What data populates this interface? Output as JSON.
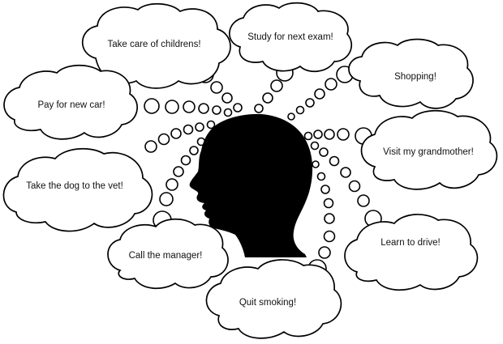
{
  "thoughts": [
    {
      "id": "childcare",
      "text": "Take care of childrens!"
    },
    {
      "id": "exam",
      "text": "Study for next exam!"
    },
    {
      "id": "shopping",
      "text": "Shopping!"
    },
    {
      "id": "car",
      "text": "Pay for new car!"
    },
    {
      "id": "grandmother",
      "text": "Visit my grandmother!"
    },
    {
      "id": "dog",
      "text": "Take the dog to the vet!"
    },
    {
      "id": "driving",
      "text": "Learn to drive!"
    },
    {
      "id": "manager",
      "text": "Call the manager!"
    },
    {
      "id": "smoking",
      "text": "Quit smoking!"
    }
  ],
  "colors": {
    "bubble_fill": "#ffffff",
    "bubble_stroke": "#000000",
    "head": "#000000"
  }
}
